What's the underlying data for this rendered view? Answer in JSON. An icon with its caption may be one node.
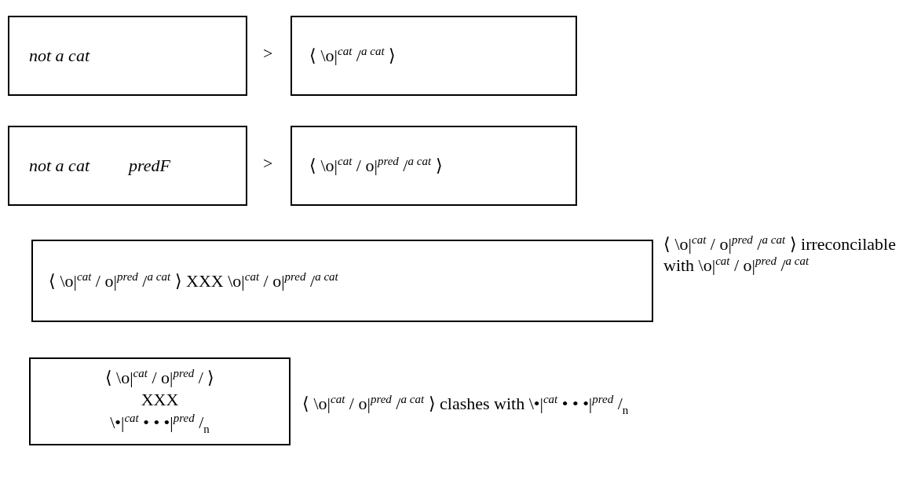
{
  "diagram": {
    "nodes": [
      {
        "text": [
          "not  a cat"
        ]
      },
      {
        "text": [
          "⟨ \\o|$^{cat}$ /$^{a cat}$ ⟩"
        ]
      },
      {
        "text": [
          "not a cat",
          "predF"
        ]
      },
      {
        "text": [
          "⟨ \\o|$^{cat}$ / o|$^{pred}$ /$^{a cat}$ ⟩"
        ]
      },
      {
        "text": [
          "⟨ \\o|$^{cat}$ / o|$^{pred}$ /$^{a cat}$ ⟩ XXX \\o|$^{cat}$ / o|$^{pred}$ /$^{a cat}$"
        ]
      },
      {
        "text": [
          "⟨ \\o|$^{cat}$ / o|$^{pred}$ / ⟩",
          "XXX",
          "\\•|$^{cat}$ • • •|$^{pred}$ /$_{n}$"
        ]
      }
    ],
    "labels": [
      ">",
      ">",
      "⟨ \\o|$^{cat}$ / o|$^{pred}$ /$^{a cat}$ ⟩ irreconcilable with \\o|$^{cat}$ / o|$^{pred}$ /$^{a cat}$",
      "⟨ \\o|$^{cat}$ / o|$^{pred}$ /$^{a cat}$ ⟩ clashes with \\•|$^{cat}$ • • •|$^{pred}$ /$_{n}$"
    ]
  }
}
